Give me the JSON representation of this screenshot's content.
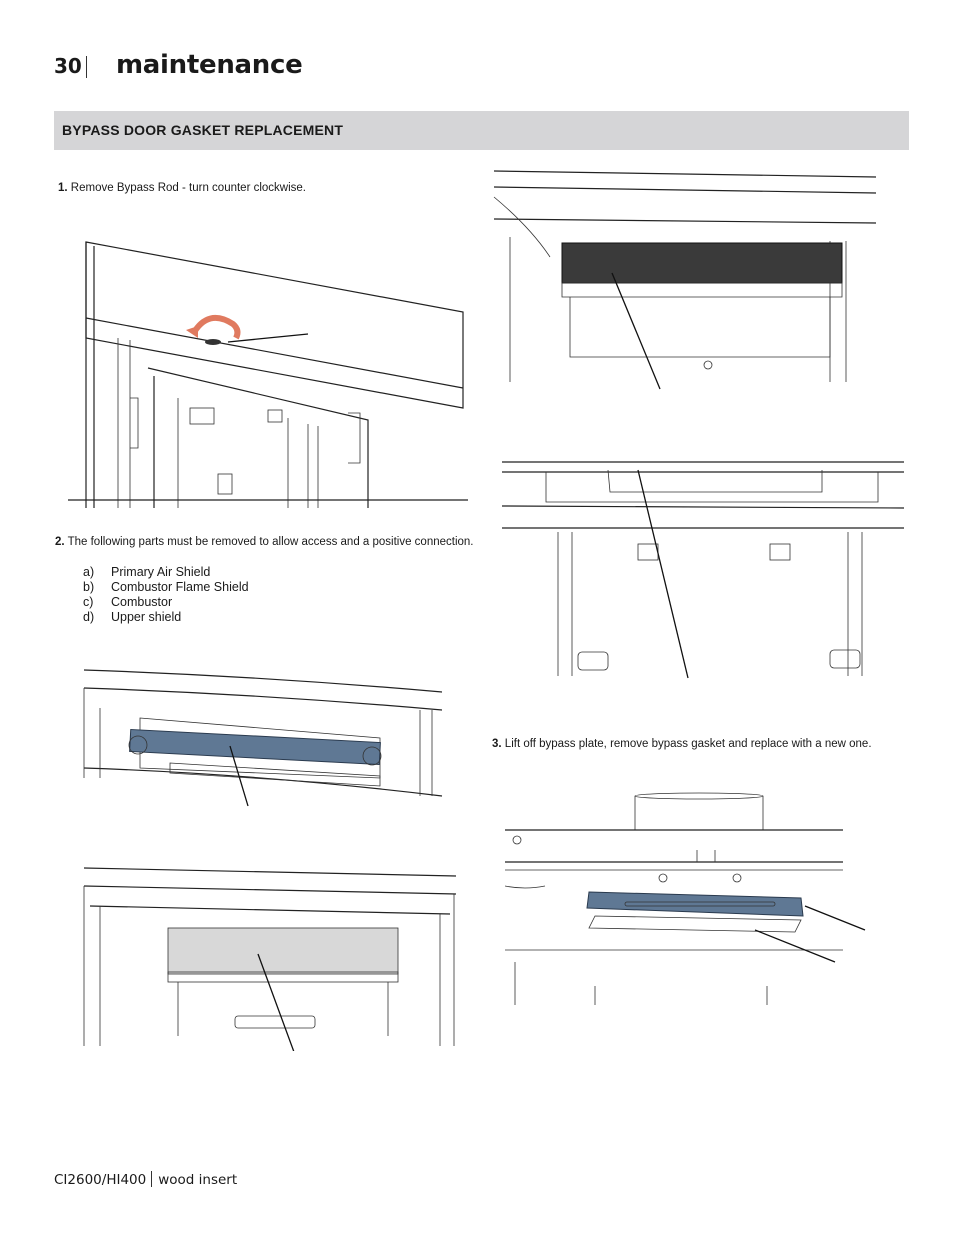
{
  "header": {
    "page_number": "30",
    "title": "maintenance"
  },
  "section": {
    "title": "BYPASS DOOR GASKET REPLACEMENT"
  },
  "steps": {
    "step1": {
      "num": "1.",
      "text": "Remove Bypass Rod  - turn counter clockwise."
    },
    "step2": {
      "num": "2.",
      "text": "The following parts must be removed to allow access and a positive connection.",
      "items": [
        {
          "key": "a)",
          "label": "Primary Air Shield"
        },
        {
          "key": "b)",
          "label": "Combustor Flame Shield"
        },
        {
          "key": "c)",
          "label": "Combustor"
        },
        {
          "key": "d)",
          "label": "Upper shield"
        }
      ]
    },
    "step3": {
      "num": "3.",
      "text": "Lift off bypass plate, remove bypass gasket and replace with a new one."
    }
  },
  "footer": {
    "model": "CI2600/HI400",
    "product": "wood insert"
  },
  "colors": {
    "section_bg": "#d5d5d7",
    "highlight_part": "#5f7894",
    "arrow": "#e07a5f"
  }
}
